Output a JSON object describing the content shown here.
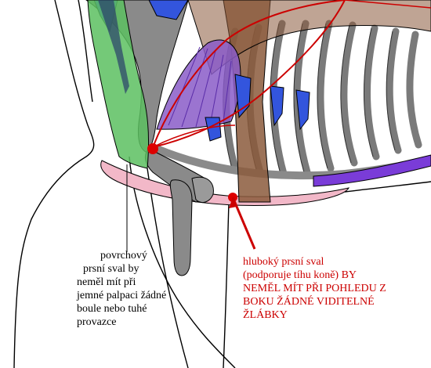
{
  "labels": {
    "superficial": {
      "lines": [
        "povrchový",
        "prsní sval by",
        "neměl mít při",
        "jemné palpaci žádné",
        "boule nebo tuhé",
        "provazce"
      ],
      "color": "#000000"
    },
    "deep": {
      "lines": [
        "hluboký prsní sval",
        "(podporuje tíhu koně) BY",
        "NEMĚL MÍT PŘI POHLEDU Z",
        "BOKU ŽÁDNÉ VIDITELNÉ",
        "ŽLÁBKY"
      ],
      "color": "#cc0000"
    }
  },
  "colors": {
    "bone": "#8a8a8a",
    "bone_dark": "#6a6a6a",
    "green_muscle": "#4caf50",
    "pink_muscle": "#f2b8c8",
    "brown_muscle": "#8b5a3c",
    "purple_muscle": "#8a5cc8",
    "blue_muscle": "#3355dd",
    "red_marker": "#dd0000",
    "outline": "#000000"
  }
}
